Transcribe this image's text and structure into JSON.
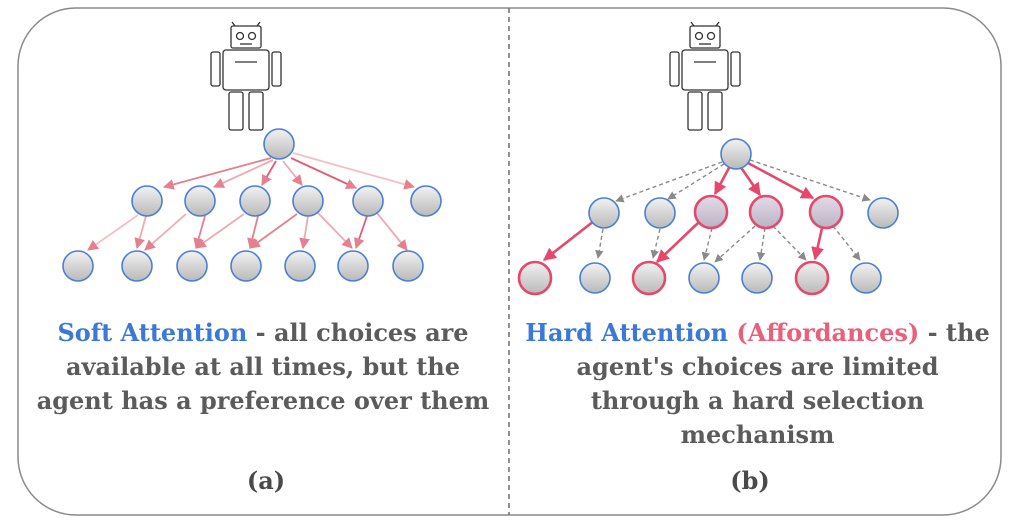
{
  "panels": {
    "left": {
      "title": "Soft Attention",
      "desc": " - all choices are available at all times, but the agent has a preference over them",
      "label": "(a)"
    },
    "right": {
      "title": "Hard Attention",
      "subtitle": "(Affordances)",
      "desc": " - the agent's choices are limited through a hard selection mechanism",
      "label": "(b)"
    }
  },
  "colors": {
    "node_border": "#4a7fd6",
    "selected_border": "#e5486b",
    "soft_edge": "#e4808f",
    "hard_edge": "#e5486b",
    "dashed_edge": "#8a8a8a",
    "title_blue": "#3b78d8",
    "title_pink": "#e8607a"
  },
  "icons": [
    "robot-icon"
  ]
}
